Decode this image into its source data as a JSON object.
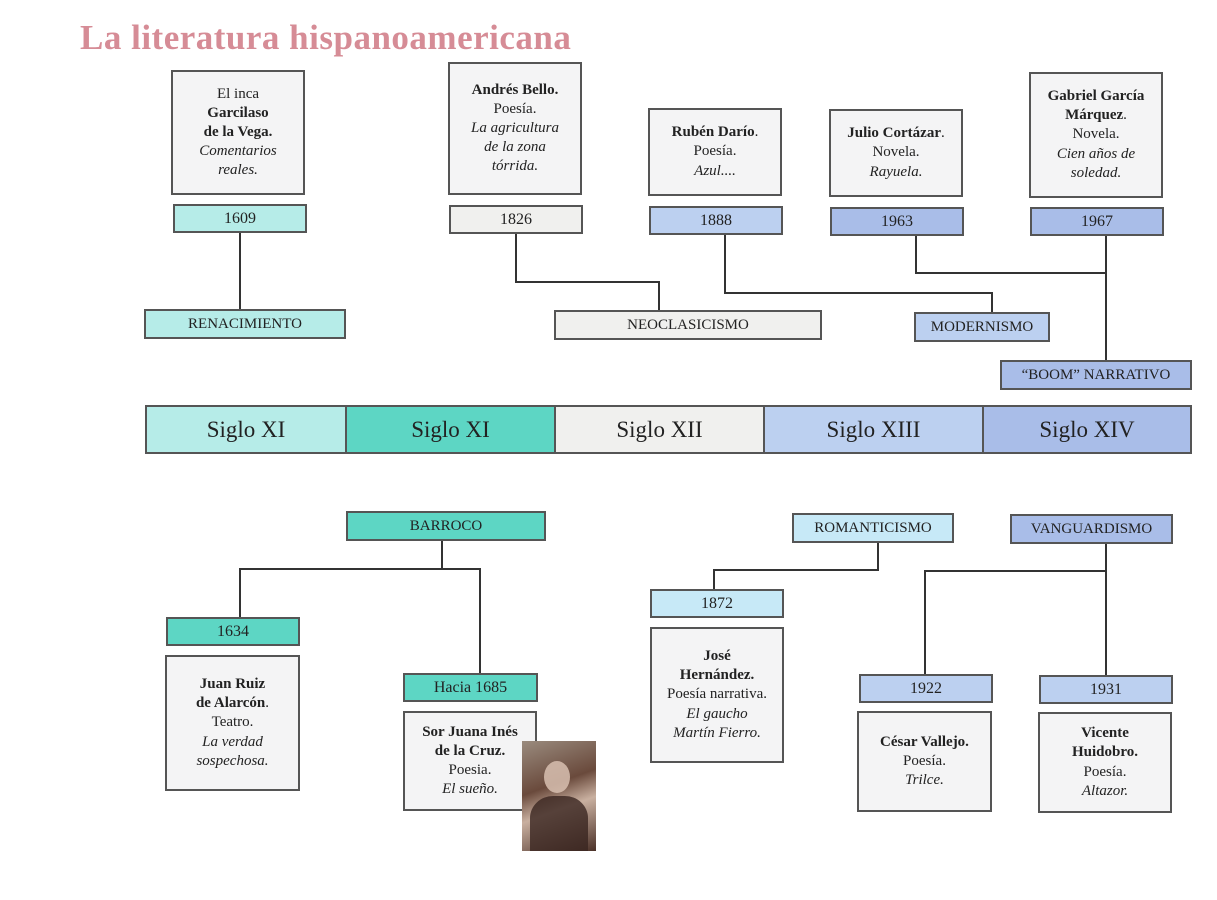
{
  "title": "La literatura hispanoamericana",
  "centuries": [
    "Siglo XI",
    "Siglo XI",
    "Siglo XII",
    "Siglo XIII",
    "Siglo XIV"
  ],
  "top": {
    "inca": {
      "l1": "El inca",
      "l2": "Garcilaso",
      "l3": "de la Vega.",
      "l4": "Comentarios",
      "l5": "reales.",
      "year": "1609",
      "movement": "RENACIMIENTO"
    },
    "bello": {
      "name": "Andrés Bello.",
      "genre": "Poesía.",
      "w1": "La agricultura",
      "w2": "de la zona",
      "w3": "tórrida.",
      "year": "1826",
      "movement": "NEOCLASICISMO"
    },
    "dario": {
      "name": "Rubén Darío",
      "dot": ".",
      "genre": "Poesía.",
      "work": "Azul....",
      "year": "1888",
      "movement": "MODERNISMO"
    },
    "cortazar": {
      "name": "Julio Cortázar",
      "dot": ".",
      "genre": "Novela.",
      "work": "Rayuela.",
      "year": "1963"
    },
    "garcia": {
      "n1": "Gabriel García",
      "n2": "Márquez",
      "dot": ".",
      "genre": "Novela.",
      "w1": "Cien años de",
      "w2": "soledad.",
      "year": "1967",
      "movement": "“BOOM” NARRATIVO"
    }
  },
  "bottom": {
    "barroco": "BARROCO",
    "alarcon": {
      "n1": "Juan Ruiz",
      "n2": "de Alarcón",
      "dot": ".",
      "genre": "Teatro.",
      "w1": "La verdad",
      "w2": "sospechosa.",
      "year": "1634"
    },
    "juana": {
      "n1": "Sor Juana Inés",
      "n2": "de la Cruz.",
      "genre": "Poesia.",
      "work": "El sueño.",
      "year": "Hacia 1685"
    },
    "romanticismo": "ROMANTICISMO",
    "hernandez": {
      "n1": "José",
      "n2": "Hernández.",
      "genre": "Poesía narrativa.",
      "w1": "El gaucho",
      "w2": "Martín Fierro.",
      "year": "1872"
    },
    "vanguardismo": "VANGUARDISMO",
    "vallejo": {
      "name": "César Vallejo.",
      "genre": "Poesía.",
      "work": "Trilce.",
      "year": "1922"
    },
    "huidobro": {
      "n1": "Vicente",
      "n2": "Huidobro.",
      "genre": "Poesía.",
      "work": "Altazor.",
      "year": "1931"
    }
  }
}
